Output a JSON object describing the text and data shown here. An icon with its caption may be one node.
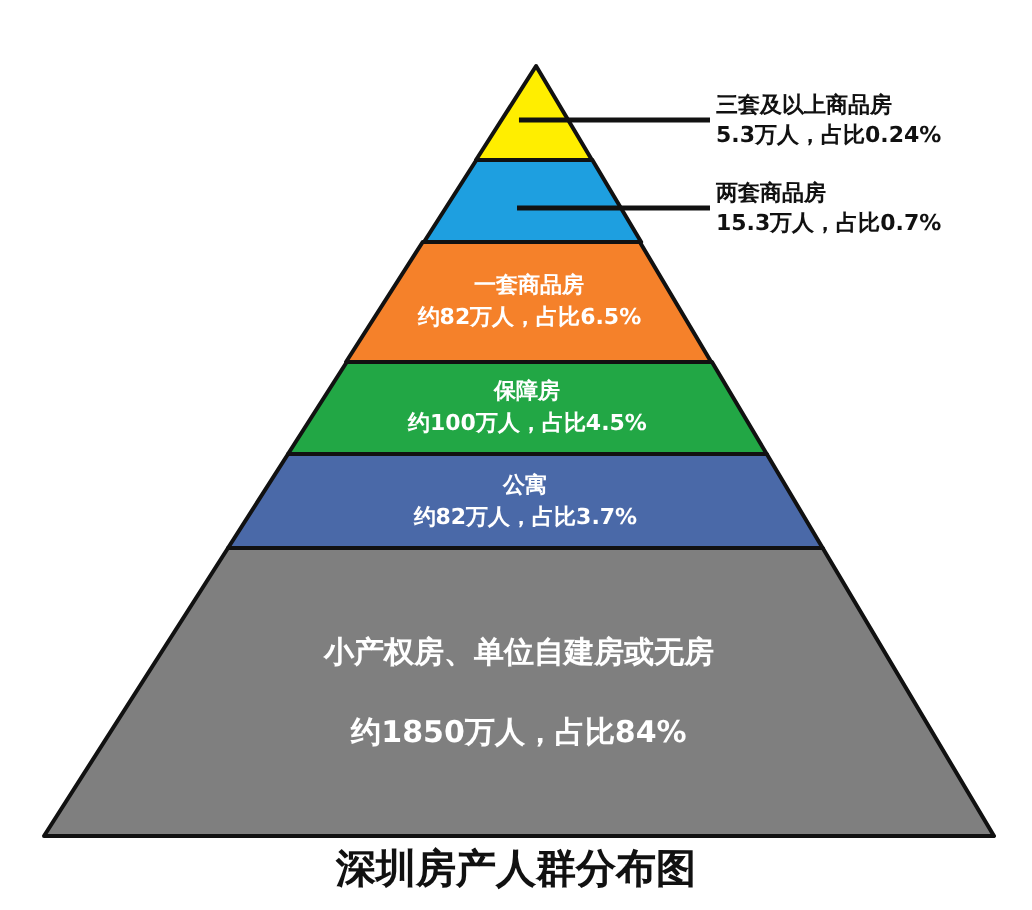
{
  "diagram": {
    "title": "深圳房产人群分布图",
    "nodes": [
      {
        "text": [],
        "shape": "triangle"
      },
      {
        "text": [
          "三套及以上商品房",
          "5.3万人，占比0.24%"
        ]
      },
      {
        "text": [],
        "shape": "trapezoid"
      },
      {
        "text": [
          "两套商品房",
          "15.3万人，占比0.7%"
        ]
      },
      {
        "text": [
          "一套商品房",
          "约82万人，占比6.5%"
        ]
      },
      {
        "text": [
          "保障房",
          "约100万人，占比4.5%"
        ]
      },
      {
        "text": [
          "公寓",
          "约82万人，占比3.7%"
        ]
      },
      {
        "text": [
          "小产权房、单位自建房或无房",
          "约1850万人，占比84%"
        ]
      }
    ],
    "edges": [
      {
        "from": 1,
        "to": 0,
        "arrow": "none"
      },
      {
        "from": 3,
        "to": 2,
        "arrow": "none"
      }
    ]
  }
}
